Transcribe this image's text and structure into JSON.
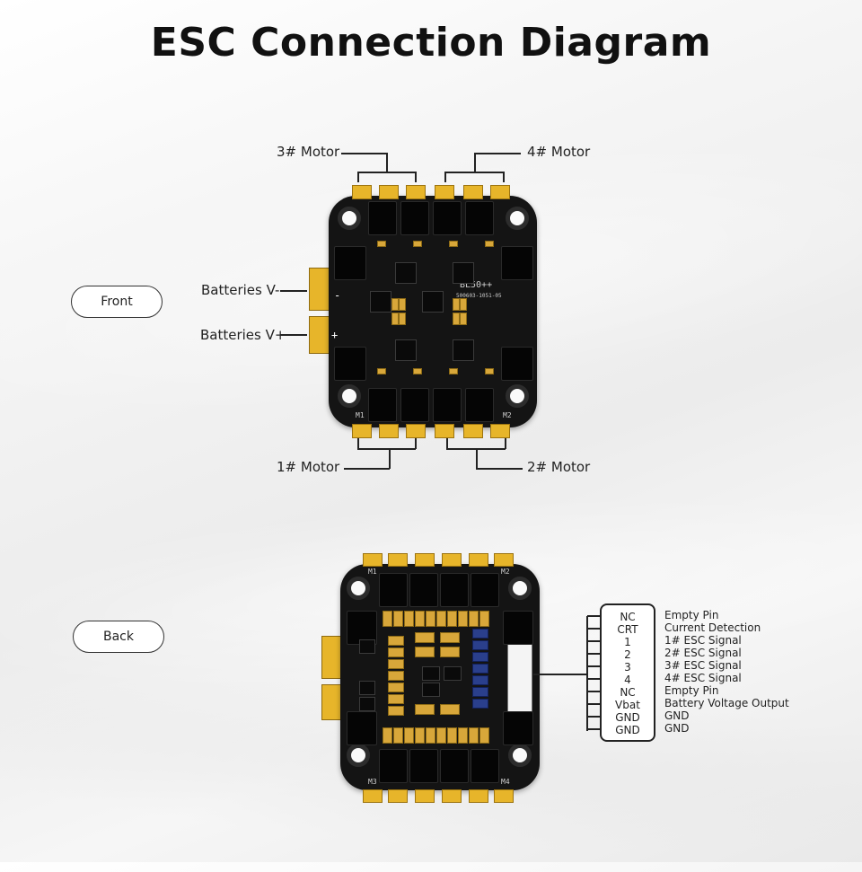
{
  "title": "ESC Connection Diagram",
  "views": {
    "front": "Front",
    "back": "Back"
  },
  "front": {
    "motor3": "3# Motor",
    "motor4": "4# Motor",
    "motor1": "1# Motor",
    "motor2": "2# Motor",
    "bat_neg": "Batteries V-",
    "bat_pos": "Batteries V+",
    "silk_m1": "M1",
    "silk_m2": "M2",
    "silk_model": "BL50++",
    "silk_code": "500603-1051-05"
  },
  "back": {
    "silk_m1": "M1",
    "silk_m2": "M2",
    "silk_m3": "M3",
    "silk_m4": "M4",
    "pins": [
      {
        "pin": "NC",
        "desc": "Empty Pin"
      },
      {
        "pin": "CRT",
        "desc": "Current Detection"
      },
      {
        "pin": "1",
        "desc": "1# ESC Signal"
      },
      {
        "pin": "2",
        "desc": "2# ESC Signal"
      },
      {
        "pin": "3",
        "desc": "3# ESC Signal"
      },
      {
        "pin": "4",
        "desc": "4# ESC Signal"
      },
      {
        "pin": "NC",
        "desc": "Empty Pin"
      },
      {
        "pin": "Vbat",
        "desc": "Battery Voltage Output"
      },
      {
        "pin": "GND",
        "desc": "GND"
      },
      {
        "pin": "GND",
        "desc": "GND"
      }
    ]
  }
}
